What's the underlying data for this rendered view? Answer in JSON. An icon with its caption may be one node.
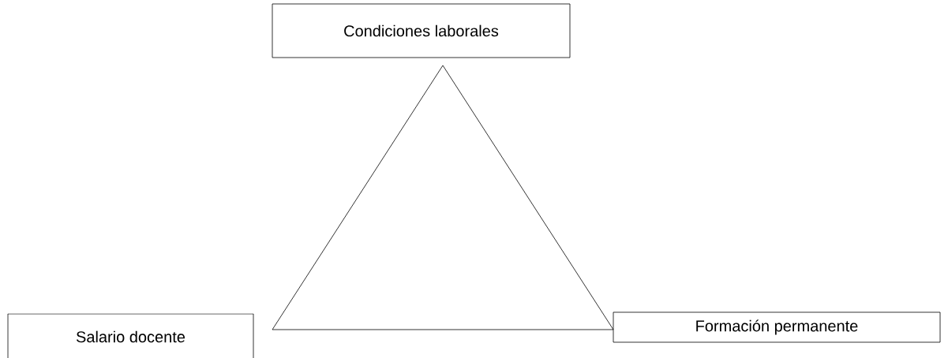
{
  "diagram": {
    "nodes": [
      {
        "text": [
          "Condiciones laborales"
        ]
      },
      {
        "text": [
          "Salario docente"
        ]
      },
      {
        "text": [
          "Formación permanente"
        ]
      },
      {
        "text": [],
        "shape": "triangle"
      }
    ]
  }
}
